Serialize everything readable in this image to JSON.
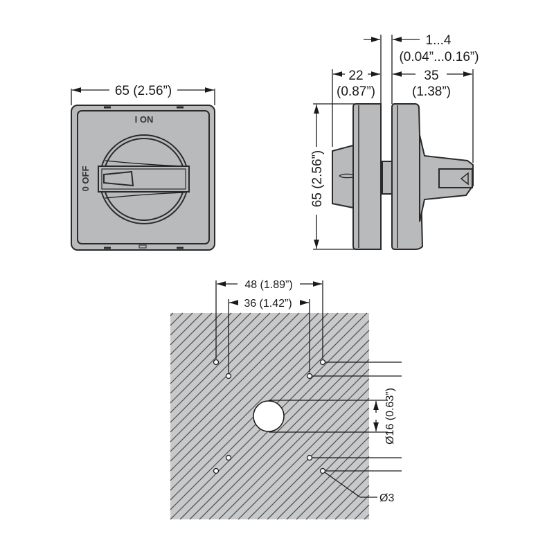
{
  "front_view": {
    "width_dim": "65 (2.56”)",
    "label_on": "I ON",
    "label_off": "0 OFF"
  },
  "side_view": {
    "depth_dim_mm": "22",
    "depth_dim_in": "(0.87”)",
    "gap_dim_mm": "1...4",
    "gap_dim_in": "(0.04”...0.16”)",
    "handle_dim_mm": "35",
    "handle_dim_in": "(1.38”)",
    "height_dim": "65 (2.56”)"
  },
  "drilling_template": {
    "outer_spacing": "48 (1.89”)",
    "inner_spacing": "36 (1.42”)",
    "center_hole": "Ø16 (0.63”)",
    "small_hole": "Ø3"
  },
  "colors": {
    "body": "#b9babc",
    "outline": "#2a2a2a"
  }
}
